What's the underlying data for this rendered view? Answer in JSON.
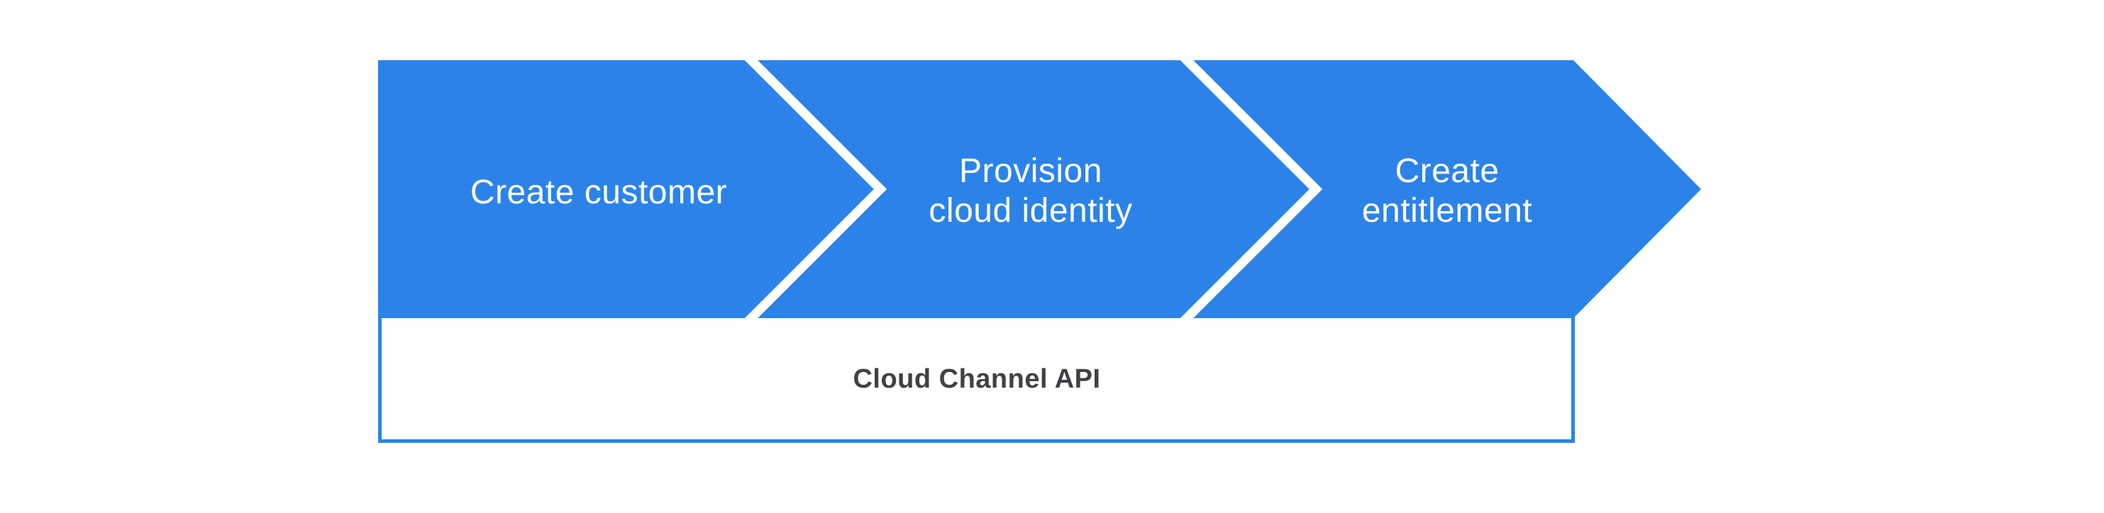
{
  "diagram": {
    "steps": [
      {
        "name": "create-customer",
        "label": "Create customer",
        "lines": [
          "Create customer"
        ]
      },
      {
        "name": "provision-cloud-identity",
        "label": "Provision cloud identity",
        "lines": [
          "Provision",
          "cloud identity"
        ]
      },
      {
        "name": "create-entitlement",
        "label": "Create entitlement",
        "lines": [
          "Create",
          "entitlement"
        ]
      }
    ],
    "api_box": {
      "label": "Cloud Channel API"
    },
    "colors": {
      "primary_blue": "#2b83e9",
      "separator_white": "#ffffff",
      "step_label_text": "#ffffff",
      "api_label_text": "#3f4245"
    }
  }
}
